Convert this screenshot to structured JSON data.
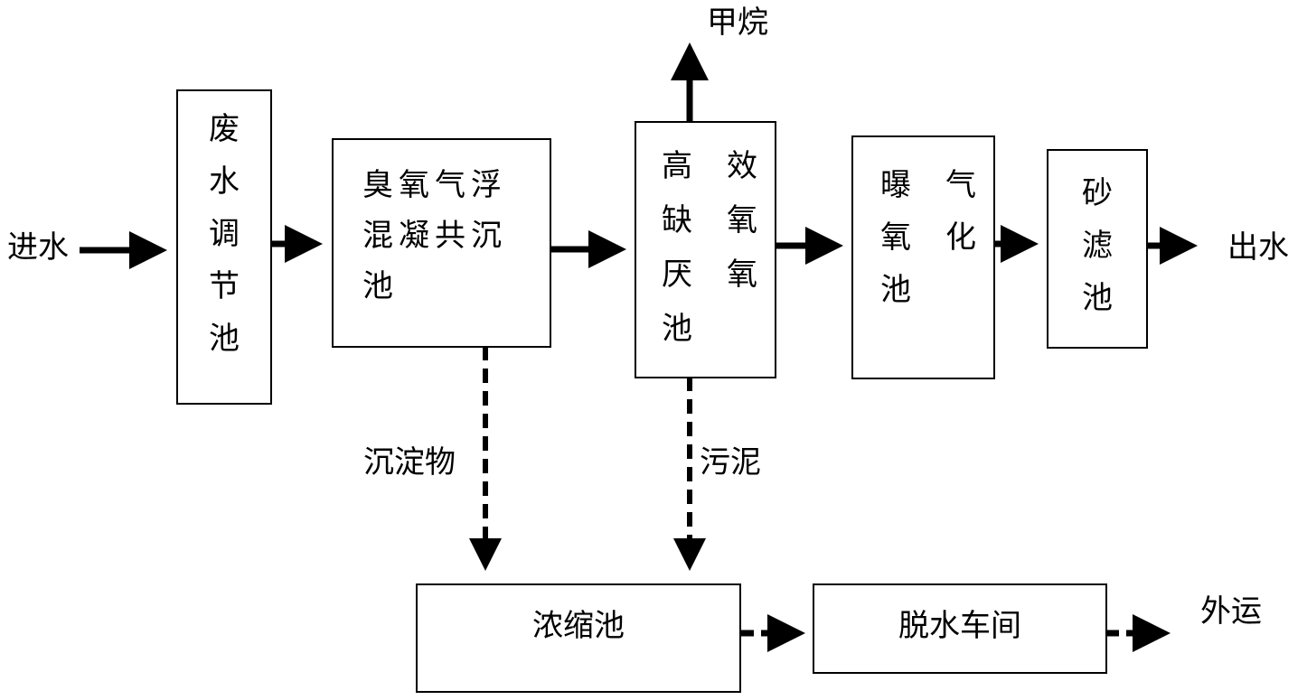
{
  "labels": {
    "inlet": "进水",
    "outlet": "出水",
    "methane": "甲烷",
    "sediment": "沉淀物",
    "sludge": "污泥",
    "transport": "外运"
  },
  "boxes": {
    "regulation_tank": [
      "废",
      "水",
      "调",
      "节",
      "池"
    ],
    "ozone_tank": {
      "line1": "臭氧气浮",
      "line2": "混凝共沉",
      "line3": "池"
    },
    "anaerobic_tank": {
      "row1": [
        "高",
        "效"
      ],
      "row2": [
        "缺",
        "氧"
      ],
      "row3": [
        "厌",
        "氧"
      ],
      "row4": "池"
    },
    "aeration_tank": {
      "row1": [
        "曝",
        "气"
      ],
      "row2": [
        "氧",
        "化"
      ],
      "row3": "池"
    },
    "sand_filter": [
      "砂",
      "滤",
      "池"
    ],
    "thickener": "浓缩池",
    "dewatering": "脱水车间"
  }
}
